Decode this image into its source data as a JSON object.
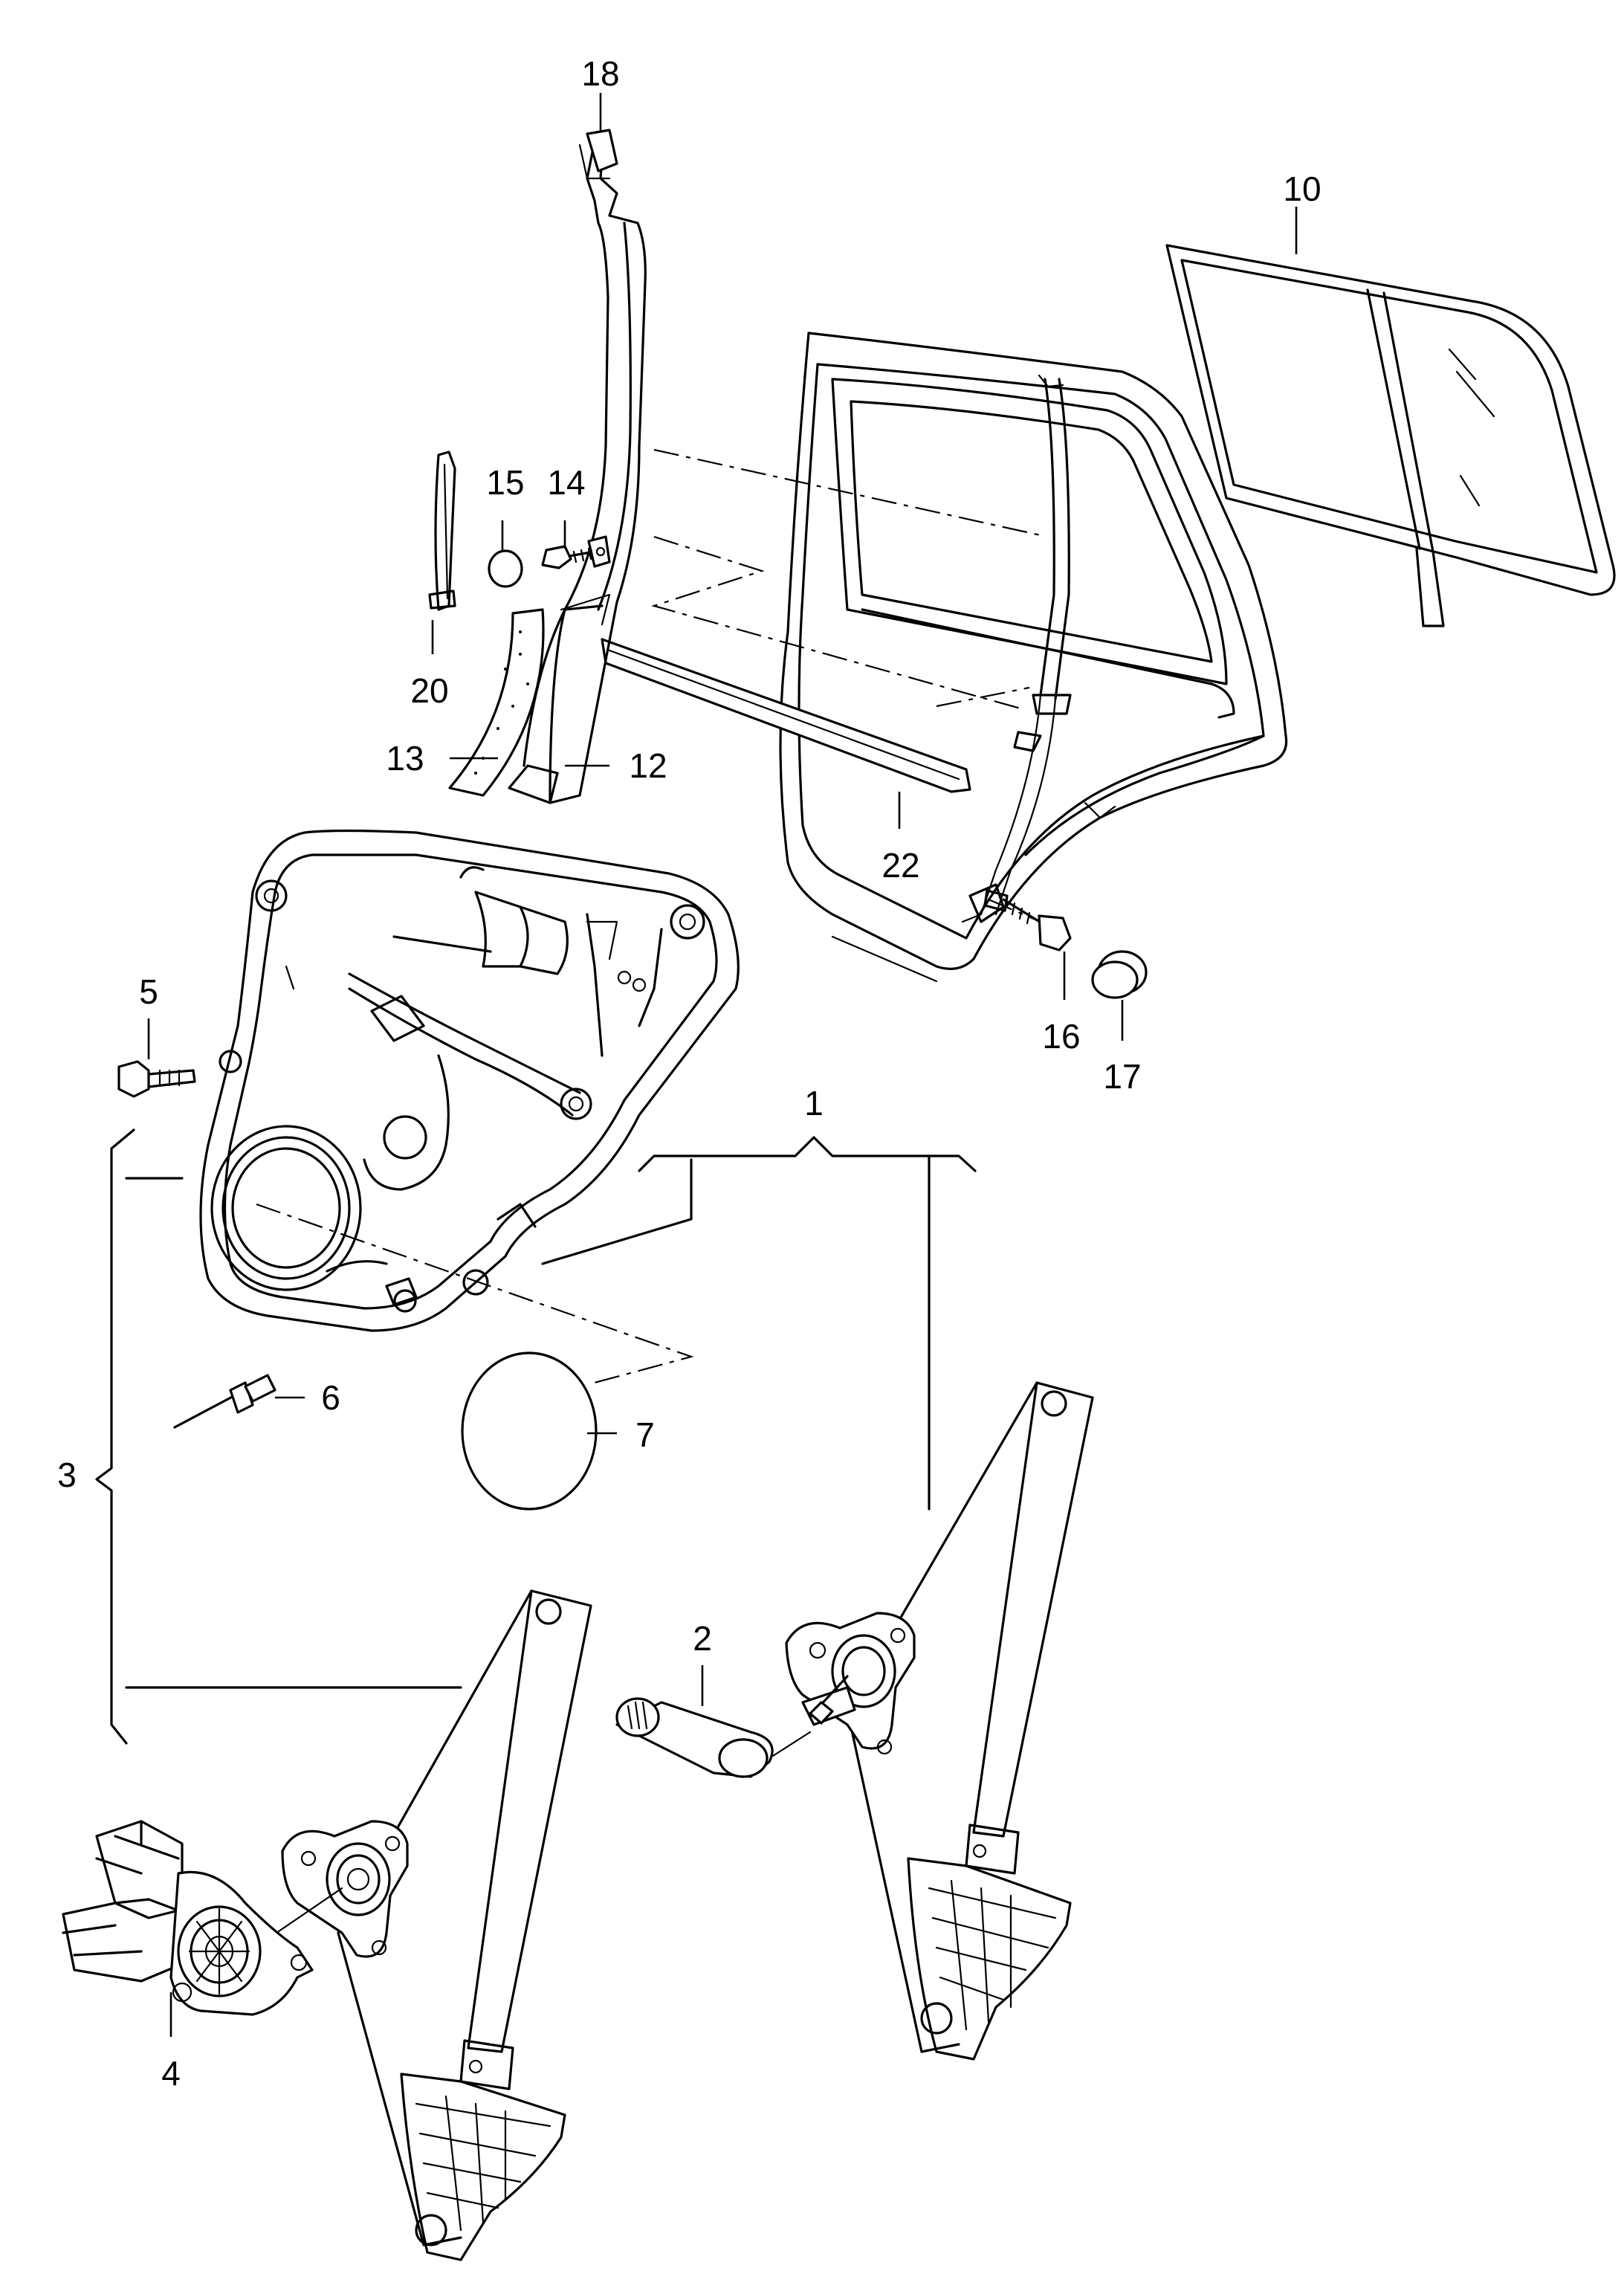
{
  "diagram": {
    "labels": {
      "p1": "1",
      "p2": "2",
      "p3": "3",
      "p4": "4",
      "p5": "5",
      "p6": "6",
      "p7": "7",
      "p10": "10",
      "p12": "12",
      "p13": "13",
      "p14": "14",
      "p15": "15",
      "p16": "16",
      "p17": "17",
      "p18": "18",
      "p20": "20",
      "p22": "22"
    }
  }
}
